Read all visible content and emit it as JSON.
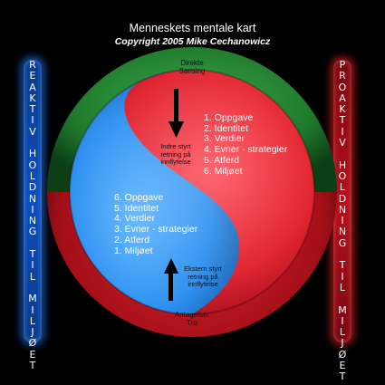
{
  "title": "Menneskets mentale kart",
  "subtitle": "Copyright 2005 Mike Cechanowicz",
  "left_label": "REAKTIV HOLDNING TIL MILJØET",
  "right_label": "PROAKTIV HOLDNING TIL MILJØET",
  "top_label": [
    "Direkte",
    "Sansing"
  ],
  "bottom_label": [
    "Antagelser",
    "Tro"
  ],
  "inner_label": [
    "Indre styrt",
    "retning på",
    "innflytelse"
  ],
  "outer_label": [
    "Ekstern styrt",
    "retning på",
    "innflytelse"
  ],
  "red_list": [
    "1. Oppgave",
    "2. Identitet",
    "3. Verdier",
    "4. Evner - strategier",
    "5. Atferd",
    "6. Miljøet"
  ],
  "blue_list": [
    "6. Oppgave",
    "5. Identitet",
    "4. Verdier",
    "3. Evner - strategier",
    "2. Atferd",
    "1. Miljøet"
  ],
  "colors": {
    "green_ring": "#1f7a2c",
    "red_ring": "#c0141c",
    "red_area": "#e01f2c",
    "blue_area": "#2a8ef0",
    "left_bar": "#0d4fbf",
    "right_bar": "#b5111d"
  }
}
